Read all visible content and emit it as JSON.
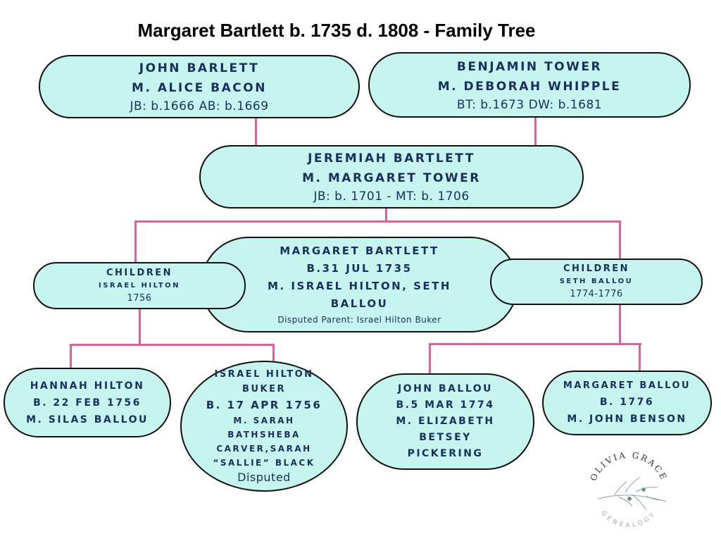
{
  "title": "Margaret Bartlett b. 1735 d. 1808 - Family Tree",
  "nodes": {
    "john_barlett": {
      "name": "JOHN BARLETT",
      "spouse": "M. ALICE BACON",
      "dates": "JB: b.1666 AB: b.1669"
    },
    "benjamin_tower": {
      "name": "BENJAMIN TOWER",
      "spouse": "M. DEBORAH WHIPPLE",
      "dates": "BT: b.1673 DW: b.1681"
    },
    "jeremiah_bartlett": {
      "name": "JEREMIAH BARTLETT",
      "spouse": "M. MARGARET TOWER",
      "dates": "JB: b. 1701 - MT: b. 1706"
    },
    "margaret_bartlett": {
      "name": "MARGARET BARTLETT",
      "birth": "B.31 JUL 1735",
      "spouse1": "M. ISRAEL HILTON, SETH",
      "spouse2": "BALLOU",
      "note": "Disputed Parent: Israel Hilton Buker"
    },
    "children_hilton": {
      "label": "CHILDREN",
      "with": "ISRAEL HILTON",
      "years": "1756"
    },
    "children_ballou": {
      "label": "CHILDREN",
      "with": "SETH BALLOU",
      "years": "1774-1776"
    },
    "hannah_hilton": {
      "name": "HANNAH HILTON",
      "birth": "B. 22 FEB 1756",
      "spouse": "M. SILAS BALLOU"
    },
    "israel_buker": {
      "name1": "ISRAEL HILTON",
      "name2": "BUKER",
      "birth": "B. 17 APR 1756",
      "s1": "M. SARAH",
      "s2": "BATHSHEBA",
      "s3": "CARVER,SARAH",
      "s4": "“SALLIE” BLACK",
      "note": "Disputed"
    },
    "john_ballou": {
      "name": "JOHN BALLOU",
      "birth": "B.5 MAR 1774",
      "s1": "M. ELIZABETH",
      "s2": "BETSEY",
      "s3": "PICKERING"
    },
    "margaret_ballou": {
      "name": "MARGARET BALLOU",
      "birth": "B. 1776",
      "spouse": "M. JOHN BENSON"
    }
  },
  "logo": {
    "top": "OLIVIA GRACE",
    "bottom": "GENEALOGY"
  },
  "colors": {
    "fill": "#c5f5ee",
    "text": "#1b2f5e",
    "line": "#e0609a"
  }
}
